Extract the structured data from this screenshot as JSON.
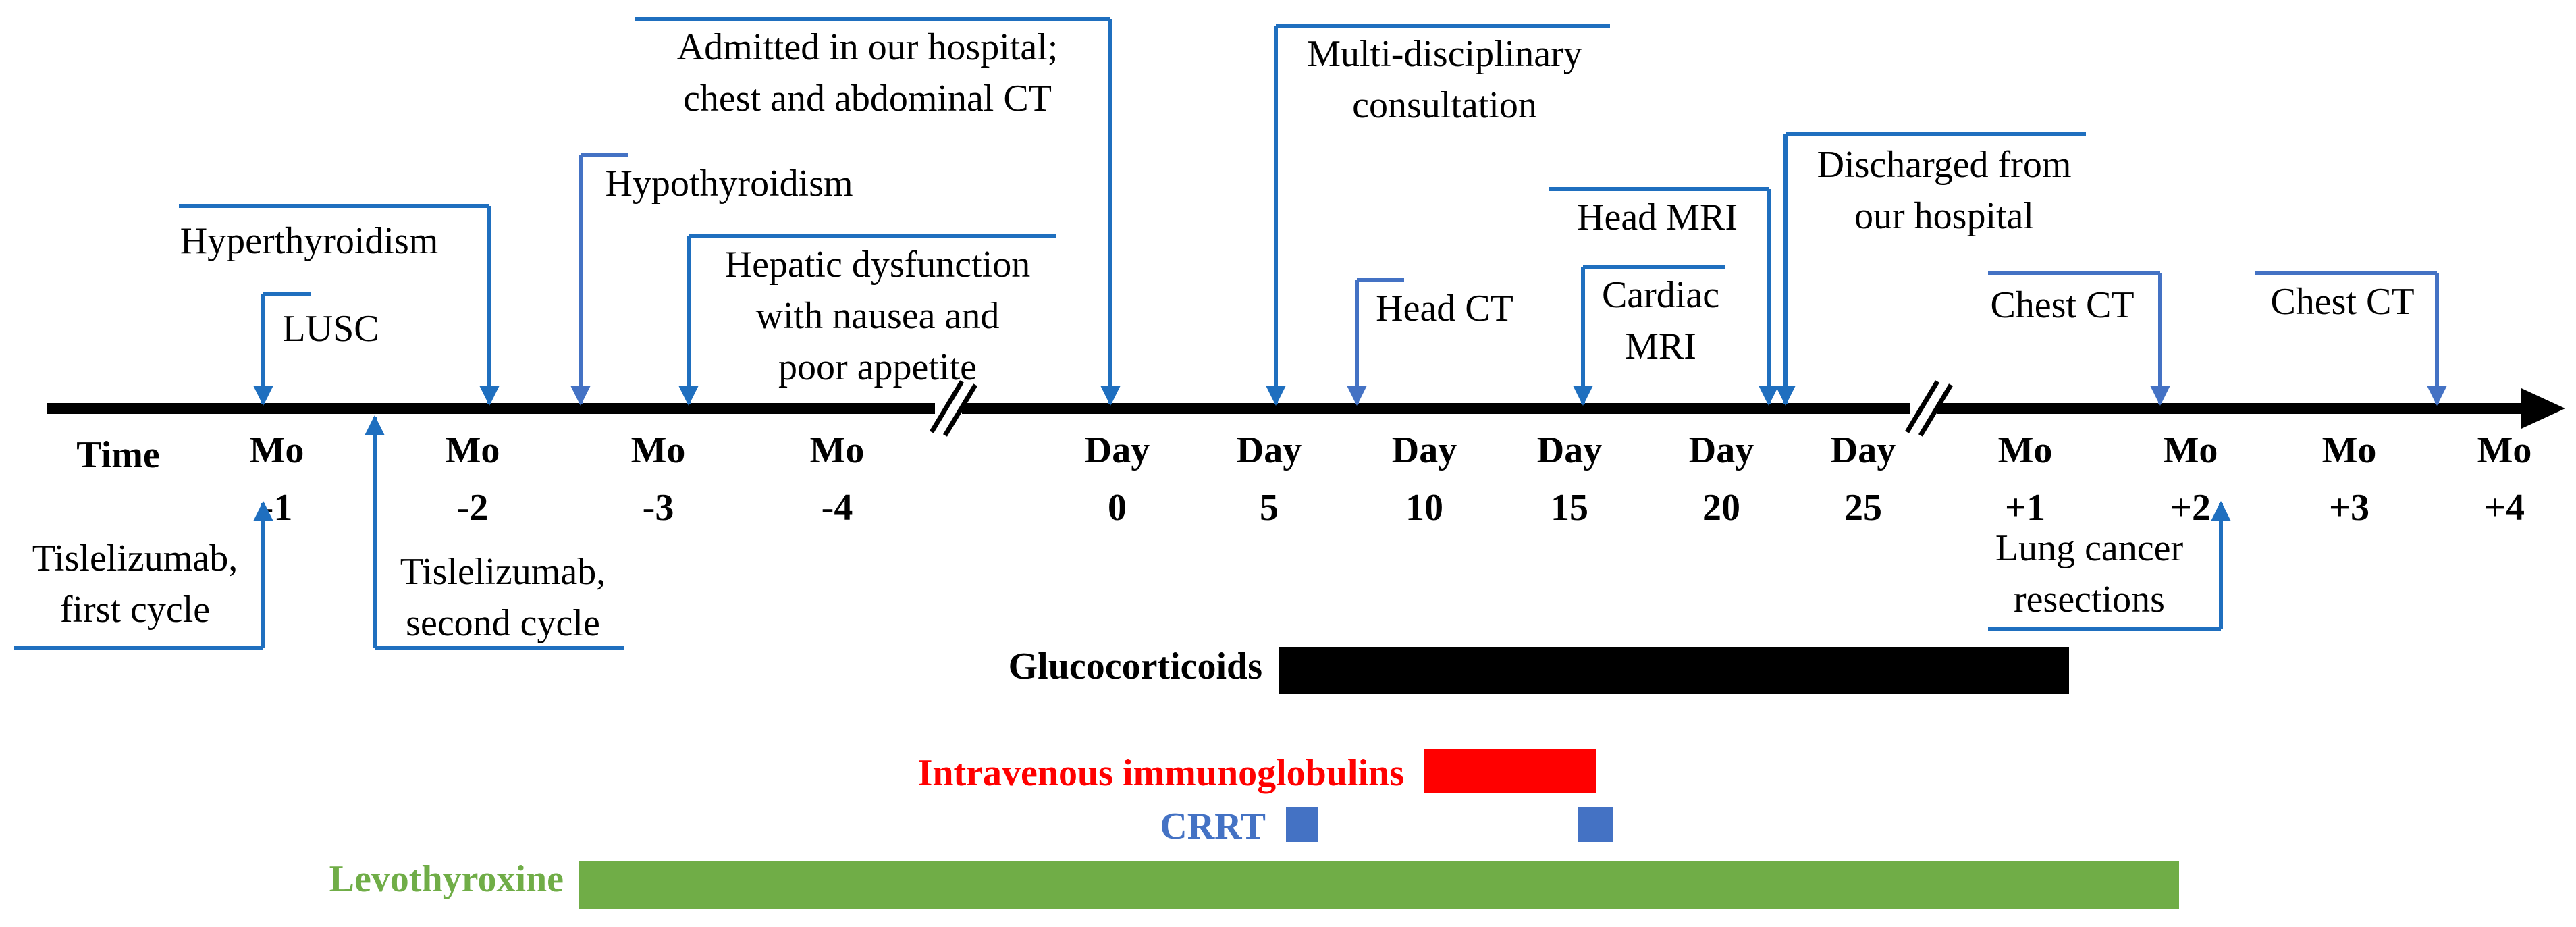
{
  "colors": {
    "axis": "#000000",
    "event_arrow_dark": "#1f6fbf",
    "event_arrow_light": "#4472c4",
    "text": "#000000",
    "glucocorticoids": "#000000",
    "ivig": "#ff0000",
    "crrt": "#4472c4",
    "levothyroxine": "#70ad47"
  },
  "axis": {
    "time_label": "Time",
    "ticks": [
      {
        "line1": "Mo",
        "line2": "-1"
      },
      {
        "line1": "Mo",
        "line2": "-2"
      },
      {
        "line1": "Mo",
        "line2": "-3"
      },
      {
        "line1": "Mo",
        "line2": "-4"
      },
      {
        "line1": "Day",
        "line2": "0"
      },
      {
        "line1": "Day",
        "line2": "5"
      },
      {
        "line1": "Day",
        "line2": "10"
      },
      {
        "line1": "Day",
        "line2": "15"
      },
      {
        "line1": "Day",
        "line2": "20"
      },
      {
        "line1": "Day",
        "line2": "25"
      },
      {
        "line1": "Mo",
        "line2": "+1"
      },
      {
        "line1": "Mo",
        "line2": "+2"
      },
      {
        "line1": "Mo",
        "line2": "+3"
      },
      {
        "line1": "Mo",
        "line2": "+4"
      }
    ]
  },
  "events_above": [
    {
      "id": "lusc",
      "lines": [
        "LUSC"
      ]
    },
    {
      "id": "hyperthyroidism",
      "lines": [
        "Hyperthyroidism"
      ]
    },
    {
      "id": "hypothyroidism",
      "lines": [
        "Hypothyroidism"
      ]
    },
    {
      "id": "hepatic",
      "lines": [
        "Hepatic dysfunction",
        "with nausea and",
        "poor appetite"
      ]
    },
    {
      "id": "admitted",
      "lines": [
        "Admitted in our hospital;",
        "chest and abdominal CT"
      ]
    },
    {
      "id": "mdc",
      "lines": [
        "Multi-disciplinary",
        "consultation"
      ]
    },
    {
      "id": "head-ct",
      "lines": [
        "Head CT"
      ]
    },
    {
      "id": "head-mri",
      "lines": [
        "Head MRI"
      ]
    },
    {
      "id": "cardiac-mri",
      "lines": [
        "Cardiac",
        "MRI"
      ]
    },
    {
      "id": "discharged",
      "lines": [
        "Discharged from",
        "our hospital"
      ]
    },
    {
      "id": "chest-ct-1",
      "lines": [
        "Chest CT"
      ]
    },
    {
      "id": "chest-ct-2",
      "lines": [
        "Chest CT"
      ]
    }
  ],
  "events_below": [
    {
      "id": "tisle-1",
      "lines": [
        "Tislelizumab,",
        "first cycle"
      ]
    },
    {
      "id": "tisle-2",
      "lines": [
        "Tislelizumab,",
        "second cycle"
      ]
    },
    {
      "id": "resection",
      "lines": [
        "Lung cancer",
        "resections"
      ]
    }
  ],
  "treatments": [
    {
      "id": "glucocorticoids",
      "label": "Glucocorticoids"
    },
    {
      "id": "ivig",
      "label": "Intravenous immunoglobulins"
    },
    {
      "id": "crrt",
      "label": "CRRT"
    },
    {
      "id": "levothyroxine",
      "label": "Levothyroxine"
    }
  ]
}
